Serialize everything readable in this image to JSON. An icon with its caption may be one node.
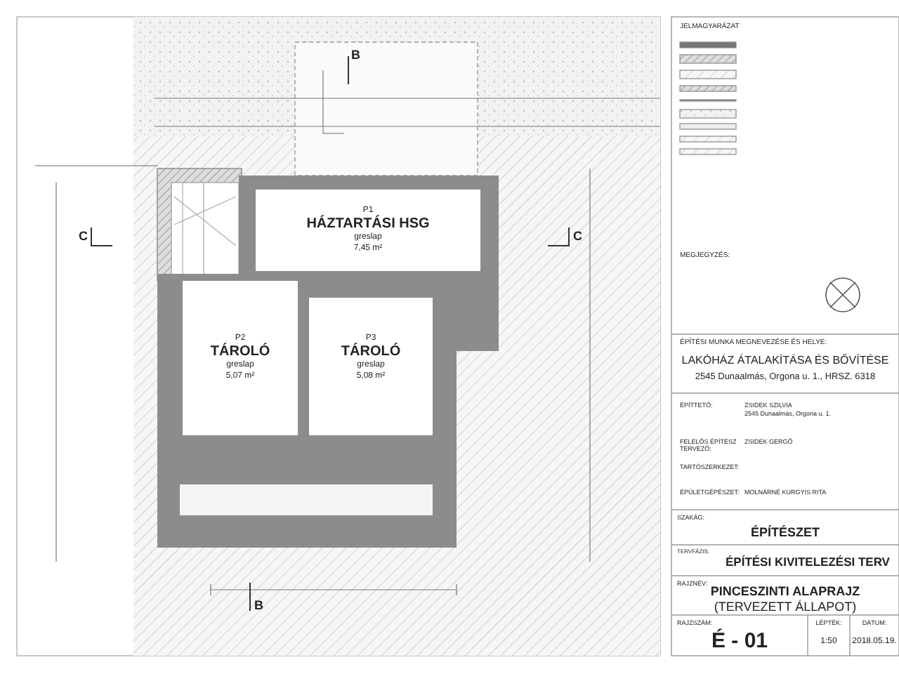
{
  "diagram": {
    "nodes": [
      {
        "text": [
          "P1",
          "HÁZTARTÁSI HSG",
          "greslap",
          "7,45 m²"
        ]
      },
      {
        "text": [
          "P2",
          "TÁROLÓ",
          "greslap",
          "5,07 m²"
        ]
      },
      {
        "text": [
          "P3",
          "TÁROLÓ",
          "greslap",
          "5,08 m²"
        ]
      }
    ],
    "labels": [
      "B",
      "C",
      "C",
      "B",
      "JELMAGYARÁZAT",
      "MEGJEGYZÉS:",
      "ÉPÍTÉSI MUNKA MEGNEVEZÉSE ÉS HELYE:",
      "LAKÓHÁZ ÁTALAKÍTÁSA ÉS BŐVÍTÉSE",
      "2545 Dunaalmás, Orgona u. 1., HRSZ. 6318",
      "ÉPÍTTETŐ:",
      "ZSIDEK SZILVIA",
      "2545 Dunaalmás, Orgona u. 1.",
      "FELELŐS ÉPÍTÉSZ TERVEZŐ:",
      "ZSIDEK GERGŐ",
      "TARTÓSZERKEZET:",
      "ÉPÜLETGÉPÉSZET:",
      "MOLNÁRNÉ KURGYIS RITA",
      "SZAKÁG:",
      "ÉPÍTÉSZET",
      "TERVFÁZIS:",
      "ÉPÍTÉSI KIVITELEZÉSI TERV",
      "RAJZNÉV:",
      "PINCESZINTI ALAPRAJZ",
      "(TERVEZETT ÁLLAPOT)",
      "RAJZSZÁM:",
      "É - 01",
      "LÉPTÉK:",
      "1:50",
      "DÁTUM:",
      "2018.05.19."
    ]
  }
}
